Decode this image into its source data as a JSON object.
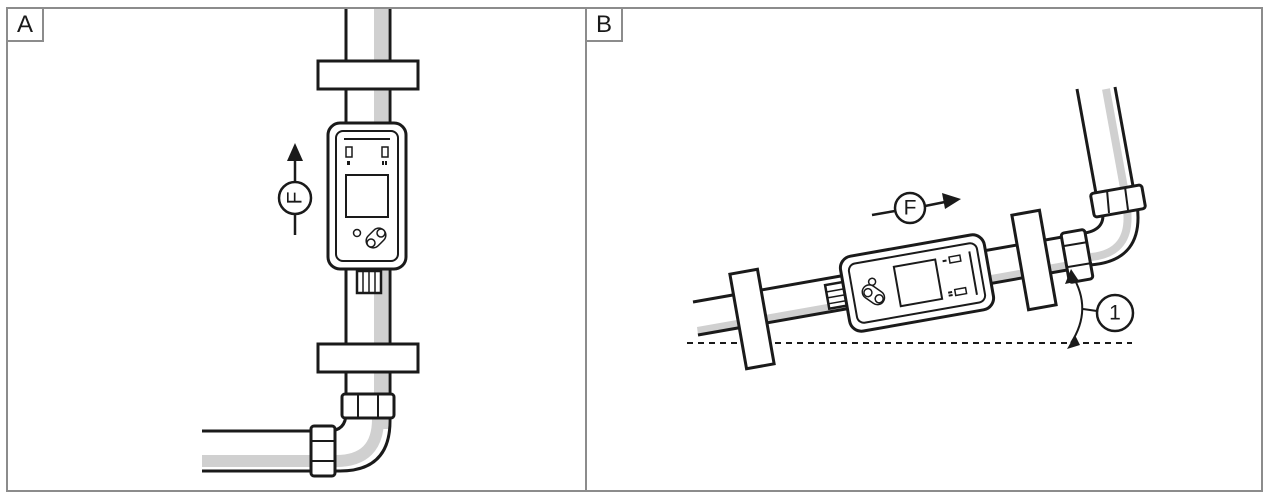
{
  "panels": [
    {
      "label": "A",
      "flow_label": "F"
    },
    {
      "label": "B",
      "flow_label": "F",
      "callout": "1"
    }
  ]
}
